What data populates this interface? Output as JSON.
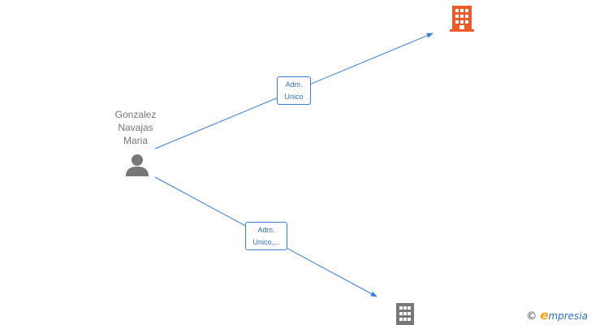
{
  "person": {
    "name_lines": [
      "Gonzalez",
      "Navajas",
      "Maria"
    ]
  },
  "edges": [
    {
      "label_lines": [
        "Adm.",
        "Unico"
      ]
    },
    {
      "label_lines": [
        "Adm.",
        "Unico,..."
      ]
    }
  ],
  "colors": {
    "edge": "#3b7dd8",
    "building_primary": "#f05a2a",
    "building_secondary": "#777777",
    "person_icon": "#777777"
  },
  "icons": {
    "person": "person-icon",
    "company_primary": "building-icon",
    "company_secondary": "building-icon"
  },
  "watermark": {
    "copyright": "©",
    "brand_first": "e",
    "brand_rest": "mpresia"
  }
}
